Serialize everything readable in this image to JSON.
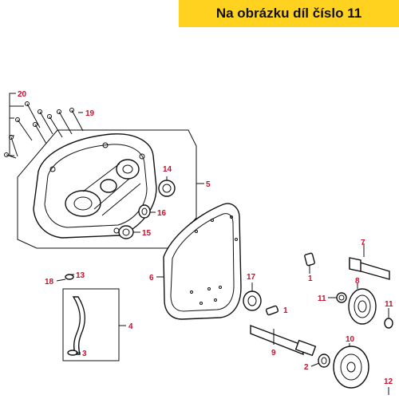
{
  "banner": {
    "text": "Na obrázku díl číslo 11"
  },
  "colors": {
    "banner_bg": "#ffd21f",
    "label": "#c8102e"
  },
  "labels": {
    "p1a": "1",
    "p1b": "1",
    "p2": "2",
    "p3": "3",
    "p4": "4",
    "p5": "5",
    "p6": "6",
    "p7": "7",
    "p8": "8",
    "p9": "9",
    "p10": "10",
    "p11a": "11",
    "p11b": "11",
    "p12": "12",
    "p13": "13",
    "p14": "14",
    "p15": "15",
    "p16": "16",
    "p17": "17",
    "p18": "18",
    "p19": "19",
    "p20": "20"
  }
}
